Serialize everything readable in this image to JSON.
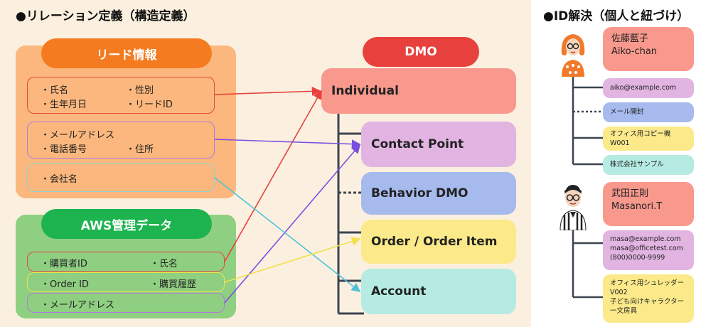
{
  "left_title": "●リレーション定義（構造定義）",
  "right_title": "●ID解決（個人と紐づけ）",
  "lead": {
    "title": "リード情報",
    "group1": [
      "・氏名",
      "・性別",
      "・生年月日",
      "・リードID"
    ],
    "group2": [
      "・メールアドレス",
      "・電話番号",
      "・住所"
    ],
    "group3": [
      "・会社名"
    ]
  },
  "aws": {
    "title": "AWS管理データ",
    "row1": [
      "・購買者ID",
      "・氏名"
    ],
    "row2": [
      "・Order ID",
      "・購買履歴"
    ],
    "row3": [
      "・メールアドレス"
    ]
  },
  "dmo": {
    "title": "DMO",
    "individual": "Individual",
    "contact_point": "Contact Point",
    "behavior": "Behavior DMO",
    "order": "Order / Order Item",
    "account": "Account"
  },
  "person1": {
    "name_jp": "佐藤藍子",
    "name_en": "Aiko-chan",
    "email": "aiko@example.com",
    "behavior": "メール開封",
    "order": [
      "オフィス用コピー機",
      "W001"
    ],
    "account": "株式会社サンプル"
  },
  "person2": {
    "name_jp": "武田正則",
    "name_en": "Masanori.T",
    "contacts": [
      "masa@example.com",
      "masa@officetest.com",
      "(800)0000-9999"
    ],
    "orders": [
      "オフィス用シュレッダー",
      "V002",
      "子ども向けキャラクター",
      "一文房具"
    ]
  },
  "colors": {
    "lead_panel": "#fbb77d",
    "lead_pill": "#f47b20",
    "aws_panel": "#8fcf81",
    "aws_pill": "#1db34f",
    "dmo_pill": "#e8403d",
    "individual": "#f9998d",
    "contact": "#e2b4e2",
    "behavior": "#a6baee",
    "order": "#fbe98a",
    "account": "#b5ebe2"
  }
}
